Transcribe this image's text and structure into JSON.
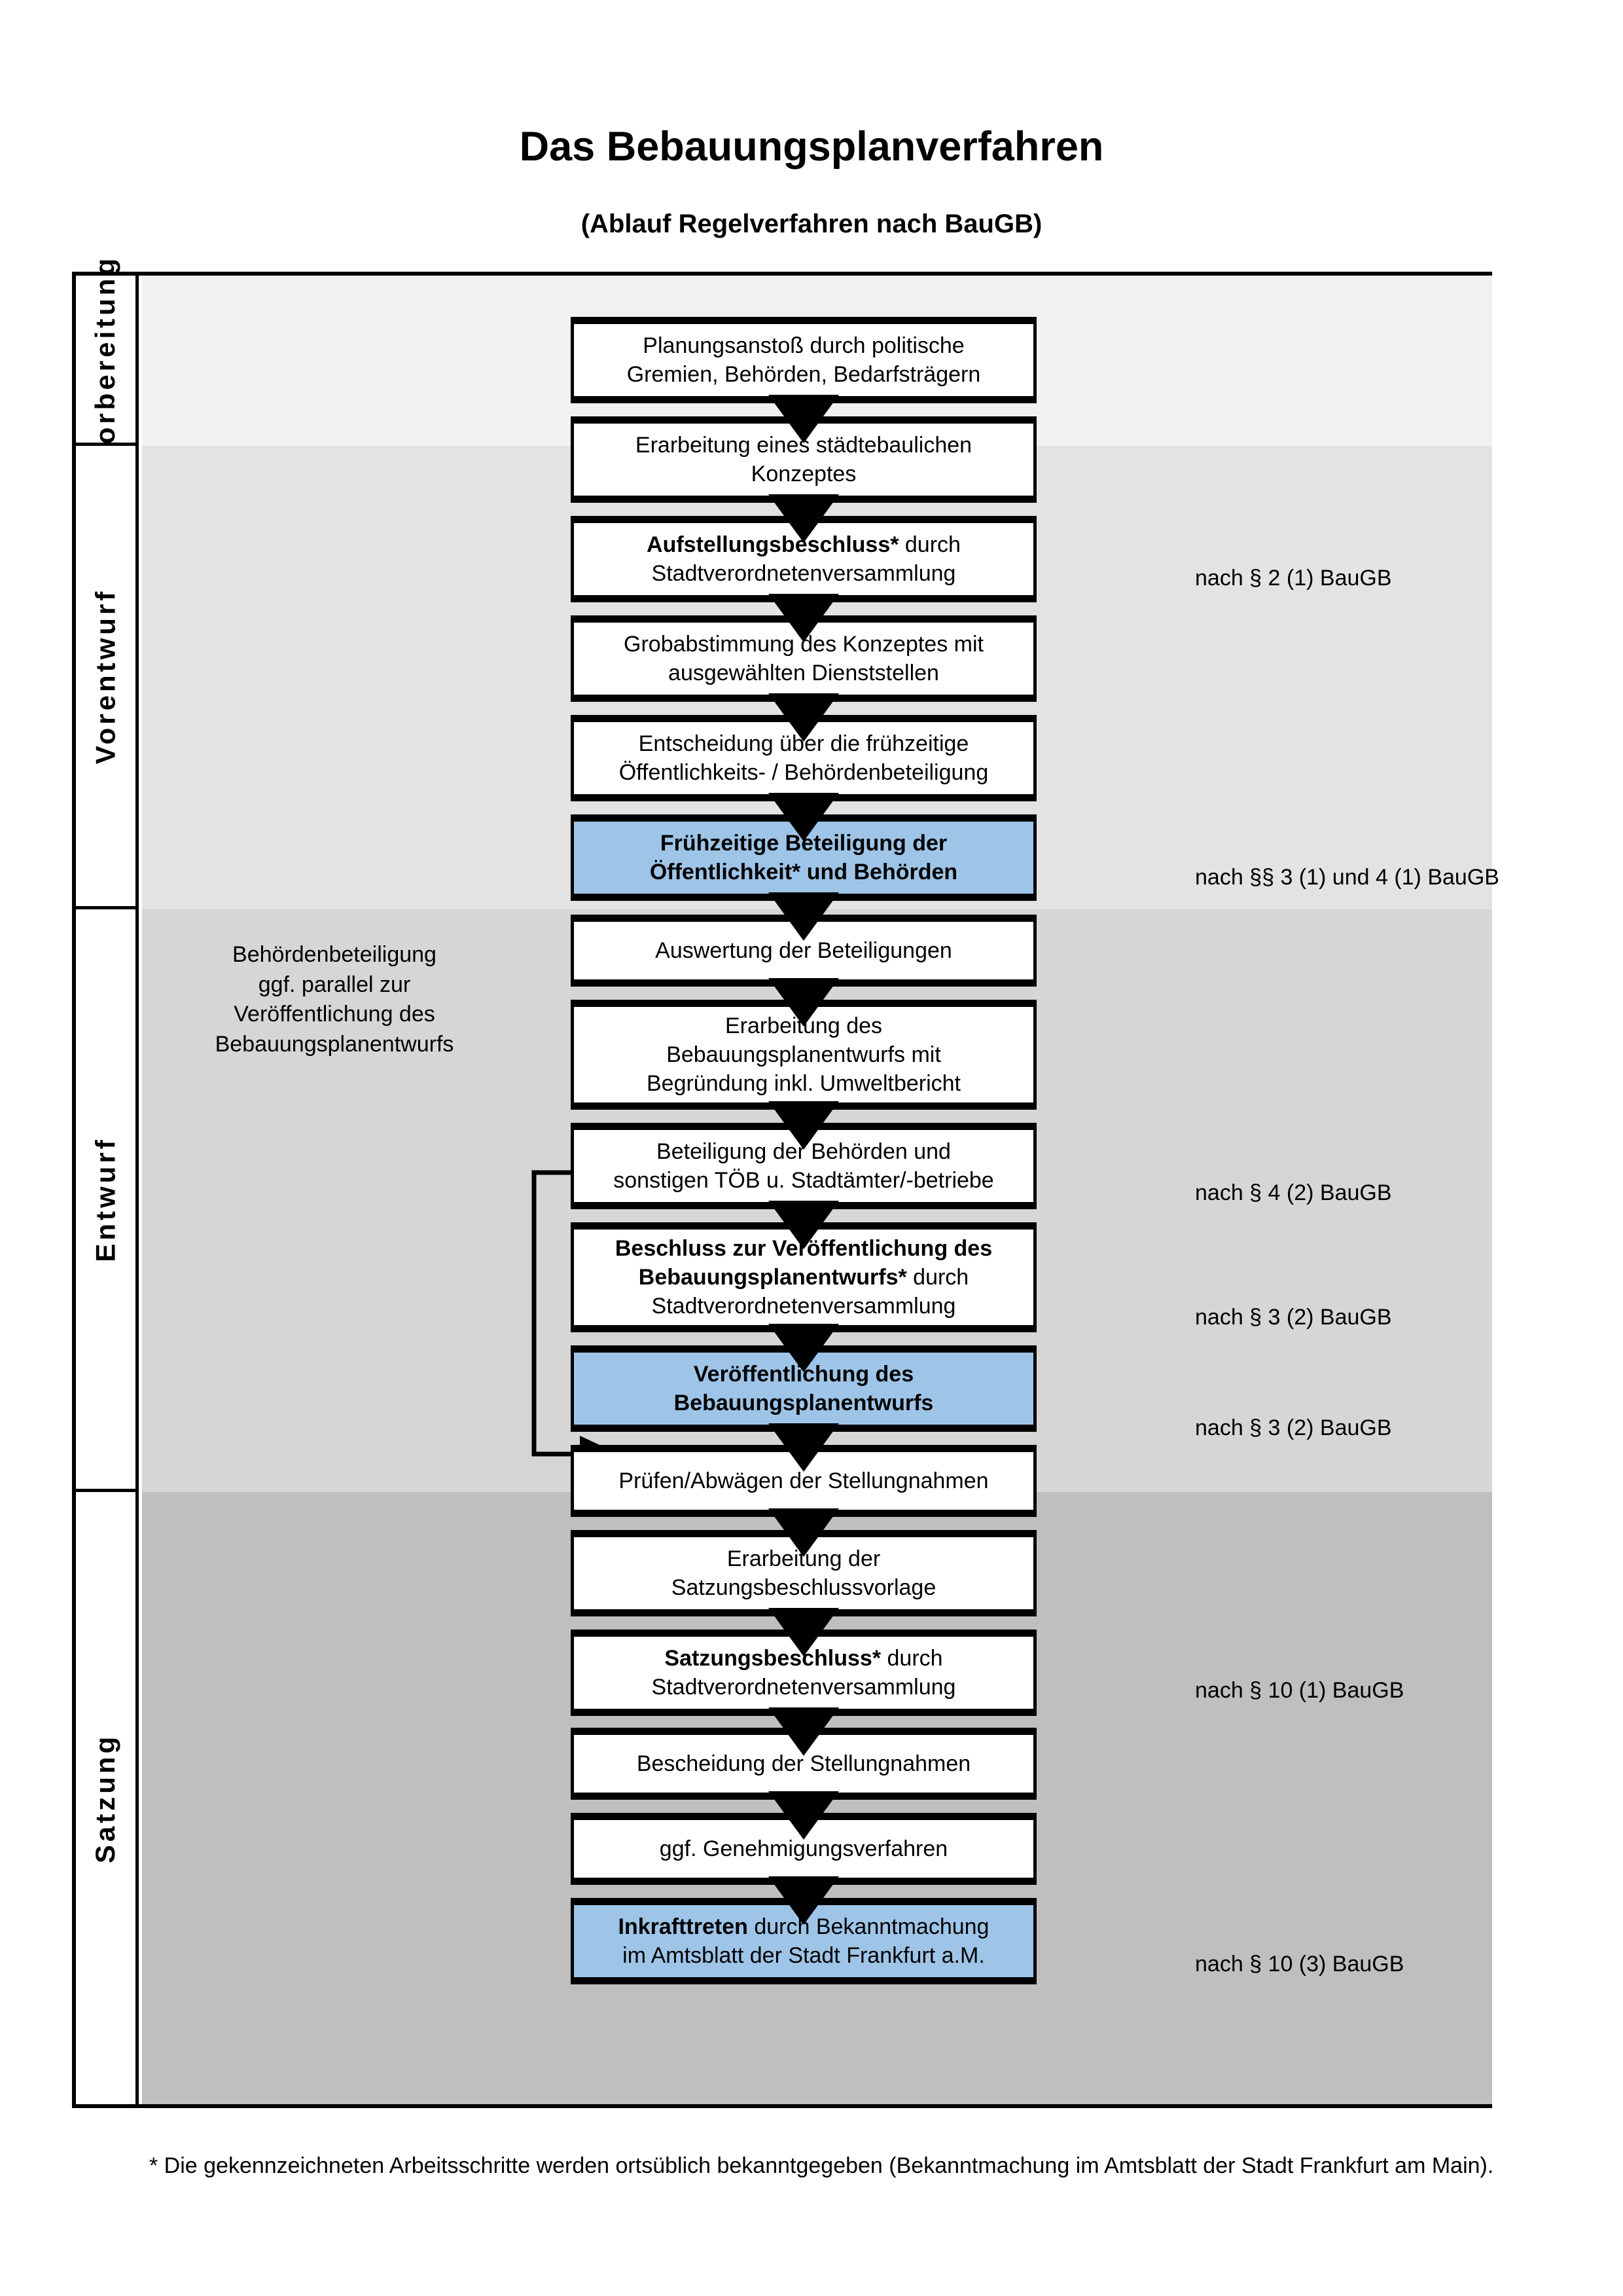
{
  "document": {
    "title": "Das Bebauungsplanverfahren",
    "subtitle": "(Ablauf Regelverfahren nach BauGB)",
    "footnote": "* Die gekennzeichneten Arbeitsschritte werden ortsüblich bekanntgegeben (Bekanntmachung im Amtsblatt  der Stadt Frankfurt am Main)."
  },
  "colors": {
    "highlight_box": "#9EC5E8",
    "band_vorbereitung": "#F1F1F1",
    "band_vorentwurf": "#E3E3E3",
    "band_entwurf": "#D6D6D6",
    "band_satzung": "#BFBFBF",
    "outline": "#000000"
  },
  "phases": [
    {
      "label": "Vorbereitung"
    },
    {
      "label": "Vorentwurf"
    },
    {
      "label": "Entwurf"
    },
    {
      "label": "Satzung"
    }
  ],
  "side_note": {
    "lines": [
      "Behördenbeteiligung",
      "ggf. parallel zur",
      "Veröffentlichung des",
      "Bebauungsplanentwurfs"
    ]
  },
  "steps": [
    {
      "id": "planungsanstoss",
      "phase": "Vorbereitung",
      "highlight": false,
      "lines": [
        [
          {
            "t": "Planungsanstoß durch politische",
            "bold": false
          }
        ],
        [
          {
            "t": "Gremien, Behörden, Bedarfsträgern",
            "bold": false
          }
        ]
      ]
    },
    {
      "id": "staedtebauliches-konzept",
      "phase": "Vorbereitung",
      "highlight": false,
      "lines": [
        [
          {
            "t": "Erarbeitung eines städtebaulichen",
            "bold": false
          }
        ],
        [
          {
            "t": "Konzeptes",
            "bold": false
          }
        ]
      ]
    },
    {
      "id": "aufstellungsbeschluss",
      "phase": "Vorbereitung",
      "highlight": false,
      "lines": [
        [
          {
            "t": "Aufstellungsbeschluss*",
            "bold": true
          },
          {
            "t": " durch",
            "bold": false
          }
        ],
        [
          {
            "t": "Stadtverordnetenversammlung",
            "bold": false
          }
        ]
      ]
    },
    {
      "id": "grobabstimmung",
      "phase": "Vorentwurf",
      "highlight": false,
      "lines": [
        [
          {
            "t": "Grobabstimmung des Konzeptes mit",
            "bold": false
          }
        ],
        [
          {
            "t": "ausgewählten Dienststellen",
            "bold": false
          }
        ]
      ]
    },
    {
      "id": "entscheidung-fruehzeitige-beteiligung",
      "phase": "Vorentwurf",
      "highlight": false,
      "lines": [
        [
          {
            "t": "Entscheidung über die frühzeitige",
            "bold": false
          }
        ],
        [
          {
            "t": "Öffentlichkeits- / Behördenbeteiligung",
            "bold": false
          }
        ]
      ]
    },
    {
      "id": "fruehzeitige-beteiligung",
      "phase": "Vorentwurf",
      "highlight": true,
      "lines": [
        [
          {
            "t": "Frühzeitige Beteiligung der",
            "bold": true
          }
        ],
        [
          {
            "t": "Öffentlichkeit* und Behörden",
            "bold": true
          }
        ]
      ]
    },
    {
      "id": "auswertung-beteiligungen",
      "phase": "Entwurf",
      "highlight": false,
      "lines": [
        [
          {
            "t": "Auswertung der Beteiligungen",
            "bold": false
          }
        ]
      ]
    },
    {
      "id": "erarbeitung-bebauungsplanentwurf",
      "phase": "Entwurf",
      "highlight": false,
      "lines": [
        [
          {
            "t": "Erarbeitung des",
            "bold": false
          }
        ],
        [
          {
            "t": "Bebauungsplanentwurfs mit",
            "bold": false
          }
        ],
        [
          {
            "t": "Begründung inkl. Umweltbericht",
            "bold": false
          }
        ]
      ]
    },
    {
      "id": "beteiligung-behoerden-toeb",
      "phase": "Entwurf",
      "highlight": false,
      "lines": [
        [
          {
            "t": "Beteiligung der Behörden und",
            "bold": false
          }
        ],
        [
          {
            "t": "sonstigen TÖB u. Stadtämter/-betriebe",
            "bold": false
          }
        ]
      ]
    },
    {
      "id": "beschluss-veroeffentlichung",
      "phase": "Entwurf",
      "highlight": false,
      "lines": [
        [
          {
            "t": "Beschluss zur Veröffentlichung des",
            "bold": true
          }
        ],
        [
          {
            "t": "Bebauungsplanentwurfs*",
            "bold": true
          },
          {
            "t": " durch",
            "bold": false
          }
        ],
        [
          {
            "t": "Stadtverordnetenversammlung",
            "bold": false
          }
        ]
      ]
    },
    {
      "id": "veroeffentlichung-entwurf",
      "phase": "Entwurf",
      "highlight": true,
      "lines": [
        [
          {
            "t": "Veröffentlichung des",
            "bold": true
          }
        ],
        [
          {
            "t": "Bebauungsplanentwurfs",
            "bold": true
          }
        ]
      ]
    },
    {
      "id": "pruefen-abwaegen",
      "phase": "Satzung",
      "highlight": false,
      "lines": [
        [
          {
            "t": "Prüfen/Abwägen der Stellungnahmen",
            "bold": false
          }
        ]
      ]
    },
    {
      "id": "erarbeitung-satzungsbeschlussvorlage",
      "phase": "Satzung",
      "highlight": false,
      "lines": [
        [
          {
            "t": "Erarbeitung der",
            "bold": false
          }
        ],
        [
          {
            "t": "Satzungsbeschlussvorlage",
            "bold": false
          }
        ]
      ]
    },
    {
      "id": "satzungsbeschluss",
      "phase": "Satzung",
      "highlight": false,
      "lines": [
        [
          {
            "t": "Satzungsbeschluss*",
            "bold": true
          },
          {
            "t": " durch",
            "bold": false
          }
        ],
        [
          {
            "t": "Stadtverordnetenversammlung",
            "bold": false
          }
        ]
      ]
    },
    {
      "id": "bescheidung-stellungnahmen",
      "phase": "Satzung",
      "highlight": false,
      "lines": [
        [
          {
            "t": "Bescheidung der Stellungnahmen",
            "bold": false
          }
        ]
      ]
    },
    {
      "id": "genehmigungsverfahren",
      "phase": "Satzung",
      "highlight": false,
      "lines": [
        [
          {
            "t": "ggf. Genehmigungsverfahren",
            "bold": false
          }
        ]
      ]
    },
    {
      "id": "inkrafttreten",
      "phase": "Satzung",
      "highlight": true,
      "lines": [
        [
          {
            "t": "Inkrafttreten",
            "bold": true
          },
          {
            "t": " durch Bekanntmachung",
            "bold": false
          }
        ],
        [
          {
            "t": "im Amtsblatt der Stadt Frankfurt a.M.",
            "bold": false
          }
        ]
      ]
    }
  ],
  "legal_refs": [
    {
      "id": "ref-aufstellungsbeschluss",
      "text": "nach § 2 (1) BauGB"
    },
    {
      "id": "ref-fruehzeitige-beteiligung",
      "text": "nach §§ 3 (1) und 4 (1) BauGB"
    },
    {
      "id": "ref-behoerdenbeteiligung",
      "text": "nach § 4 (2) BauGB"
    },
    {
      "id": "ref-beschluss-veroeffentlichung",
      "text": "nach § 3 (2) BauGB"
    },
    {
      "id": "ref-veroeffentlichung",
      "text": "nach § 3 (2) BauGB"
    },
    {
      "id": "ref-satzungsbeschluss",
      "text": "nach § 10 (1) BauGB"
    },
    {
      "id": "ref-inkrafttreten",
      "text": "nach § 10 (3) BauGB"
    }
  ]
}
